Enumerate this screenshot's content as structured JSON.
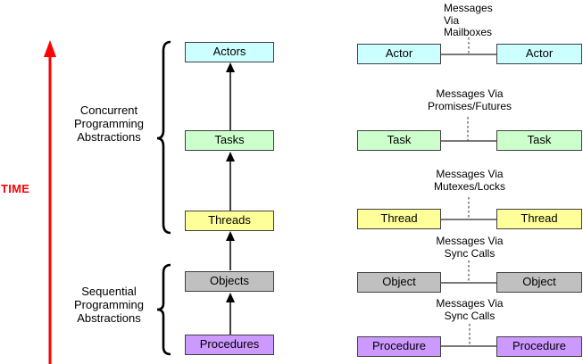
{
  "diagram": {
    "time_axis": {
      "label": "TIME",
      "color": "#FF0000"
    },
    "groups": [
      {
        "name": "concurrent",
        "lines": [
          "Concurrent",
          "Programming",
          "Abstractions"
        ]
      },
      {
        "name": "sequential",
        "lines": [
          "Sequential",
          "Programming",
          "Abstractions"
        ]
      }
    ],
    "stack": [
      {
        "label": "Actors",
        "fill": "#CCFFFF"
      },
      {
        "label": "Tasks",
        "fill": "#CCFFCC"
      },
      {
        "label": "Threads",
        "fill": "#FFFF99"
      },
      {
        "label": "Objects",
        "fill": "#C0C0C0"
      },
      {
        "label": "Procedures",
        "fill": "#CC99FF"
      }
    ],
    "pairs": [
      {
        "left": "Actor",
        "right": "Actor",
        "fill": "#CCFFFF",
        "message": [
          "Messages",
          "Via",
          "Mailboxes"
        ]
      },
      {
        "left": "Task",
        "right": "Task",
        "fill": "#CCFFCC",
        "message": [
          "Messages Via",
          "Promises/Futures"
        ]
      },
      {
        "left": "Thread",
        "right": "Thread",
        "fill": "#FFFF99",
        "message": [
          "Messages Via",
          "Mutexes/Locks"
        ]
      },
      {
        "left": "Object",
        "right": "Object",
        "fill": "#C0C0C0",
        "message": [
          "Messages Via",
          "Sync Calls"
        ]
      },
      {
        "left": "Procedure",
        "right": "Procedure",
        "fill": "#CC99FF",
        "message": [
          "Messages Via",
          "Sync Calls"
        ]
      }
    ],
    "line_colors": {
      "connector": "#4d4d4d",
      "arrow": "#000000",
      "brace": "#000000"
    }
  }
}
